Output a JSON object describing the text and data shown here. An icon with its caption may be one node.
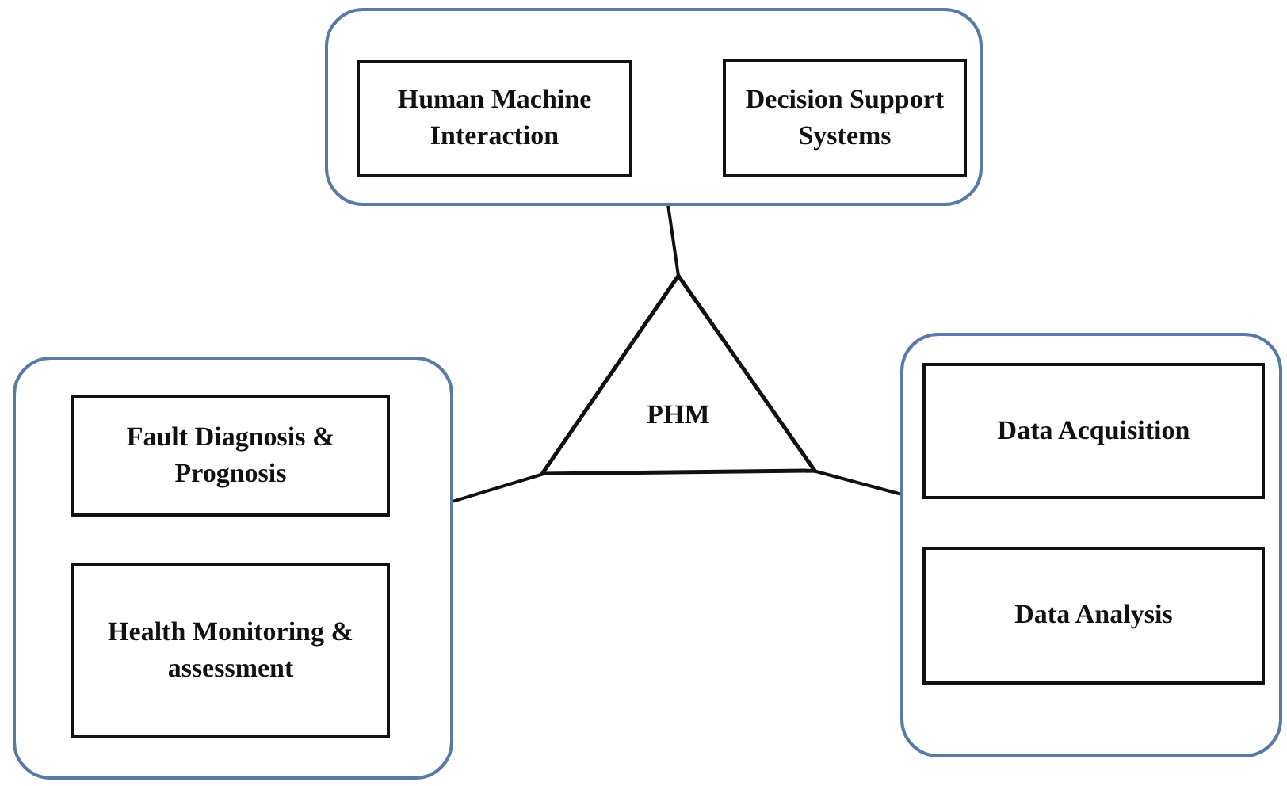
{
  "diagram": {
    "nodes": [
      {
        "text": [],
        "shape": "box"
      },
      {
        "text": [
          "Human Machine Interaction"
        ],
        "in": 0
      },
      {
        "text": [
          "Decision Support Systems"
        ],
        "in": 0
      },
      {
        "text": [
          "PHM"
        ]
      },
      {
        "text": [],
        "shape": "box"
      },
      {
        "text": [
          "Fault Diagnosis & Prognosis"
        ],
        "in": 4
      },
      {
        "text": [
          "Health Monitoring & assessment"
        ],
        "in": 4
      },
      {
        "text": [],
        "shape": "box"
      },
      {
        "text": [
          "Data Acquisition"
        ],
        "in": 7
      },
      {
        "text": [
          "Data Analysis"
        ],
        "in": 7
      }
    ],
    "edges": [
      {
        "from": 3,
        "to": 0,
        "arrow": "none"
      },
      {
        "from": 3,
        "to": 4,
        "arrow": "none"
      },
      {
        "from": 3,
        "to": 7,
        "arrow": "none"
      }
    ]
  }
}
